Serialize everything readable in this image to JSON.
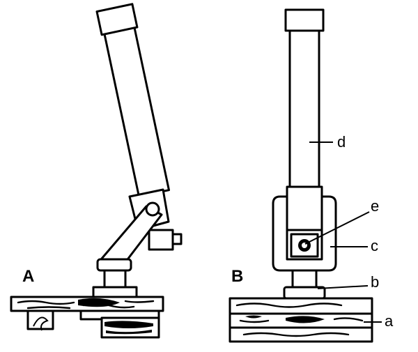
{
  "figure": {
    "panel_a": {
      "label": "A"
    },
    "panel_b": {
      "label": "B"
    },
    "parts": [
      {
        "letter": "d"
      },
      {
        "letter": "e"
      },
      {
        "letter": "c"
      },
      {
        "letter": "b"
      },
      {
        "letter": "a"
      }
    ]
  },
  "colors": {
    "ink": "#000000",
    "paper": "#ffffff"
  }
}
